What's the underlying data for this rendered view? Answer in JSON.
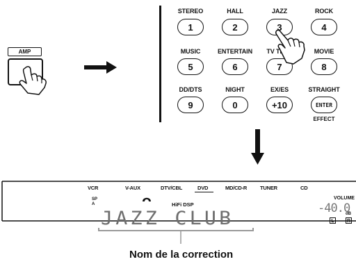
{
  "amp": {
    "label": "AMP"
  },
  "remote": {
    "keys": [
      {
        "label": "STEREO",
        "key": "1"
      },
      {
        "label": "HALL",
        "key": "2"
      },
      {
        "label": "JAZZ",
        "key": "3"
      },
      {
        "label": "ROCK",
        "key": "4"
      },
      {
        "label": "MUSIC",
        "key": "5"
      },
      {
        "label": "ENTERTAIN",
        "key": "6"
      },
      {
        "label": "TV THTR",
        "key": "7"
      },
      {
        "label": "MOVIE",
        "key": "8"
      },
      {
        "label": "DD/DTS",
        "key": "9"
      },
      {
        "label": "NIGHT",
        "key": "0"
      },
      {
        "label": "EX/ES",
        "key": "+10"
      },
      {
        "label": "STRAIGHT",
        "key": "ENTER"
      }
    ],
    "effect_label": "EFFECT"
  },
  "display": {
    "sources": [
      "VCR",
      "V-AUX",
      "DTV/CBL",
      "DVD",
      "MD/CD-R",
      "TUNER",
      "CD"
    ],
    "sp_lines": [
      "SP",
      "A"
    ],
    "hifi_label": "HiFi DSP",
    "main_text": "JAZZ CLUB",
    "volume_label": "VOLUME",
    "volume_value": "-40.0",
    "db_label": "dB",
    "left_indicator": "L",
    "right_indicator": "R"
  },
  "caption": "Nom de la correction"
}
